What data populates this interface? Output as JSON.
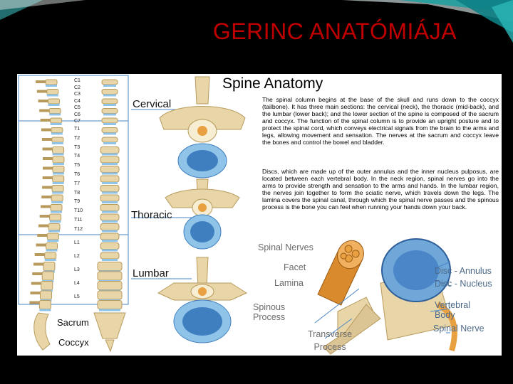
{
  "slide": {
    "title": "GERINC ANATÓMIÁJA",
    "title_color": "#c00000",
    "background": "#000000"
  },
  "figure": {
    "heading": "Spine Anatomy",
    "paragraphs": [
      "The spinal column begins at the base of the skull and runs down to the coccyx (tailbone). It has three main sections: the cervical (neck), the thoracic (mid-back), and the lumbar (lower back); and the lower section of the spine is composed of the sacrum and coccyx. The function of the spinal column is to provide an upright posture and to protect the spinal cord, which conveys electrical signals from the brain to the arms and legs, allowing movement and sensation. The nerves at the sacrum and coccyx leave the bones and control the bowel and bladder.",
      "Discs, which are made up of the outer annulus and the inner nucleus pulposus, are located between each vertebral body. In the neck region, spinal nerves go into the arms to provide strength and sensation to the arms and hands. In the lumbar region, the nerves join together to form the sciatic nerve, which travels down the legs. The lamina covers the spinal canal, through which the spinal nerve passes and the spinous process is the bone you can feel when running your hands down your back."
    ],
    "vertebra_labels": [
      "C1",
      "C2",
      "C3",
      "C4",
      "C5",
      "C6",
      "C7",
      "T1",
      "T2",
      "T3",
      "T4",
      "T5",
      "T6",
      "T7",
      "T8",
      "T9",
      "T10",
      "T11",
      "T12",
      "L1",
      "L2",
      "L3",
      "L4",
      "L5"
    ],
    "regions": {
      "cervical": "Cervical",
      "thoracic": "Thoracic",
      "lumbar": "Lumbar",
      "sacrum": "Sacrum",
      "coccyx": "Coccyx"
    },
    "annotations": {
      "spinal_nerves": "Spinal Nerves",
      "facet": "Facet",
      "lamina": "Lamina",
      "spinous_process_1": "Spinous",
      "spinous_process_2": "Process",
      "transverse_process_1": "Transverse",
      "transverse_process_2": "Process",
      "disc_annulus": "Disc - Annulus",
      "disc_nucleus": "Disc - Nucleus",
      "vertebral_body_1": "Vertebral",
      "vertebral_body_2": "Body",
      "spinal_nerve": "Spinal Nerve"
    },
    "colors": {
      "bone": "#e8d6a8",
      "bone_dark": "#b89a5c",
      "disc": "#8fc4e8",
      "disc_inner": "#3f7fc0",
      "nerve": "#e8a040",
      "guide_line": "#4a86c8"
    }
  }
}
